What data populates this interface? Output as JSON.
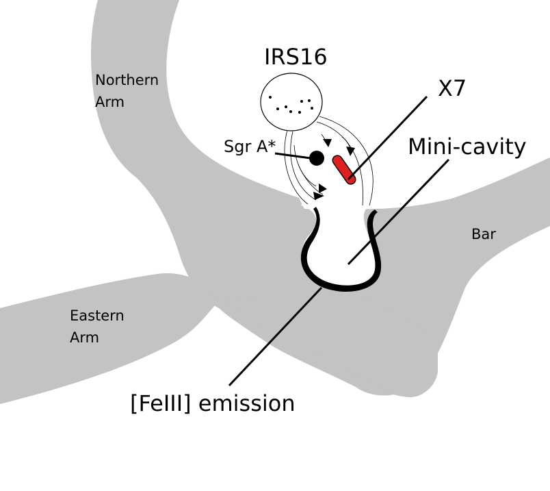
{
  "labels": {
    "northern_arm_line1": "Northern",
    "northern_arm_line2": "Arm",
    "eastern_arm_line1": "Eastern",
    "eastern_arm_line2": "Arm",
    "bar": "Bar",
    "irs16": "IRS16",
    "x7": "X7",
    "sgr_a": "Sgr A*",
    "mini_cavity": "Mini-cavity",
    "feiii_emission": "[FeIII] emission"
  },
  "colors": {
    "background": "#ffffff",
    "gas_region": "#c3c3c3",
    "x7_fill": "#e02020",
    "line": "#000000"
  }
}
